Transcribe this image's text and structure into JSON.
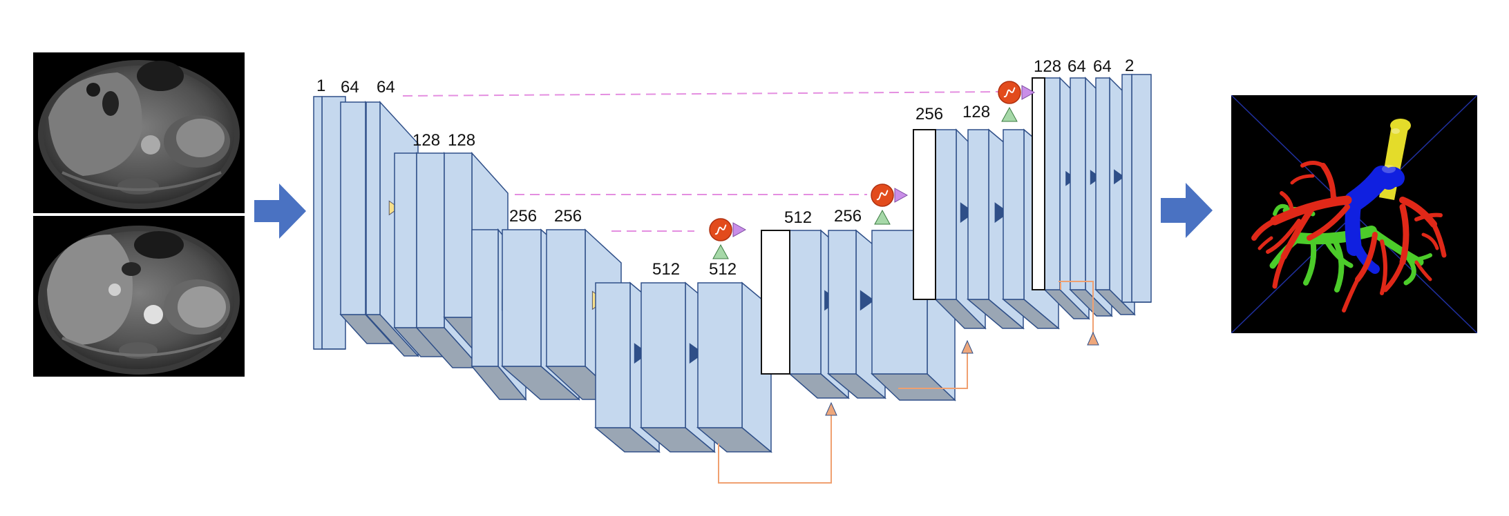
{
  "diagram": {
    "colors": {
      "block_face": "#c5d8ee",
      "block_edge": "#2f4f88",
      "block_bottom": "#9aa6b4",
      "arrow_blue": "#4a72c2",
      "marker_dark": "#2f4f88",
      "marker_yellow": "#f8e08a",
      "skip_line": "#e48ee0",
      "gate_circle": "#e24b1c",
      "gate_triangle_purple": "#c98ee8",
      "gate_triangle_green": "#a6d8a8",
      "upsample_line": "#f0a070",
      "upsample_triangle": "#eea77b",
      "ct_background": "#000000",
      "seg_red": "#e02818",
      "seg_green": "#4ccc2a",
      "seg_blue": "#1020e0",
      "seg_yellow": "#e4dc2a"
    },
    "channel_labels": {
      "in1": "1",
      "e1a": "64",
      "e1b": "64",
      "e2a": "128",
      "e2b": "128",
      "e3a": "256",
      "e3b": "256",
      "e4a": "512",
      "e4b": "512",
      "d1a": "512",
      "d1b": "256",
      "d2a": "256",
      "d2b": "128",
      "d3a": "128",
      "d3b": "64",
      "d3c": "64",
      "out": "2"
    }
  }
}
